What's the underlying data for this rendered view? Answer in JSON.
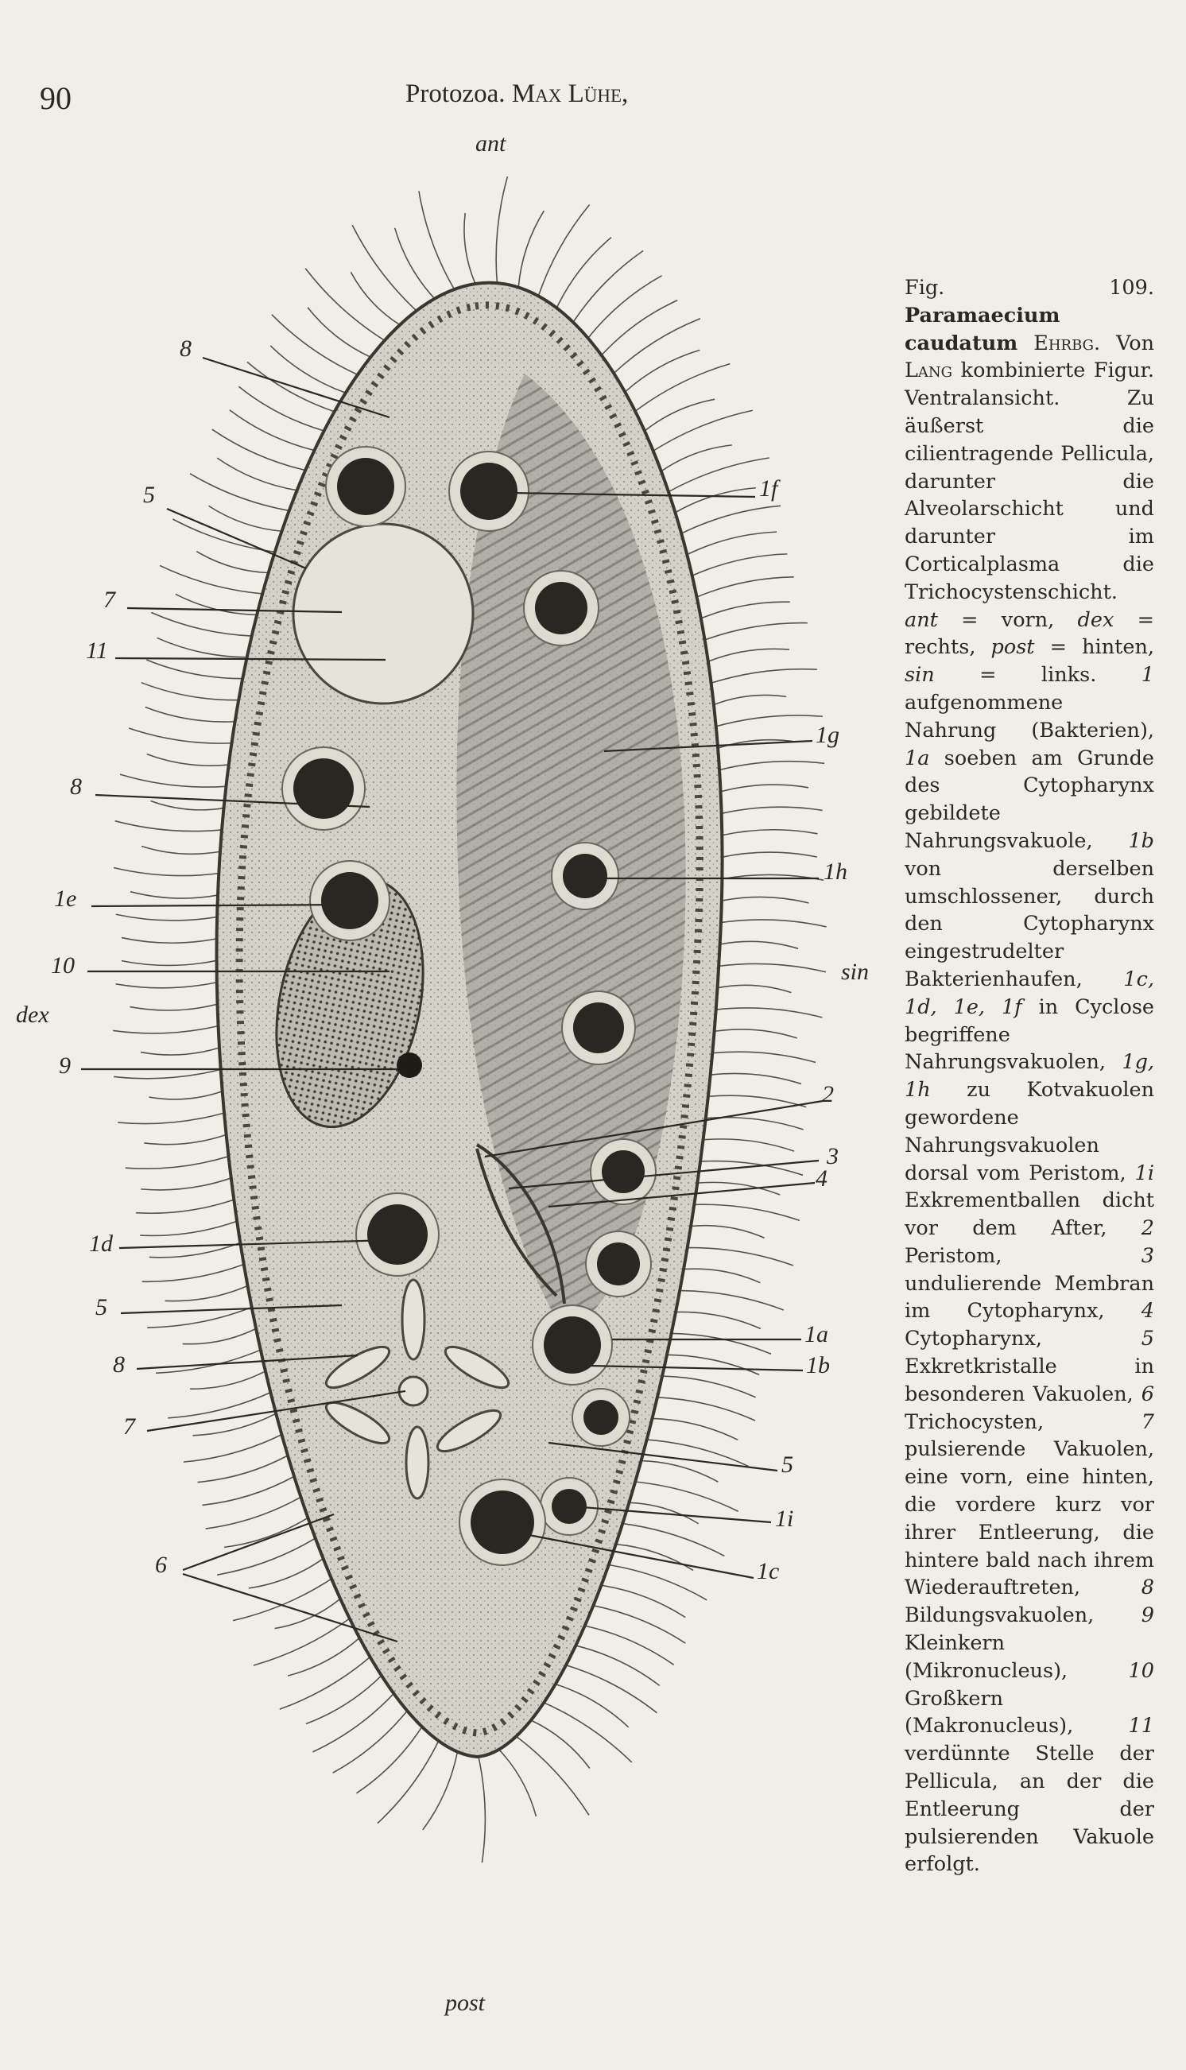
{
  "header": {
    "page_number": "90",
    "running_head_title": "Protozoa.",
    "running_head_author": "Max Lühe,"
  },
  "figure": {
    "orientation_labels": {
      "ant": "ant",
      "post": "post",
      "dex": "dex",
      "sin": "sin"
    },
    "left_labels": [
      "8",
      "5",
      "7",
      "11",
      "8",
      "1e",
      "10",
      "9",
      "1d",
      "5",
      "8",
      "7",
      "6"
    ],
    "right_labels": [
      "1f",
      "1g",
      "1h",
      "2",
      "3",
      "4",
      "1a",
      "1b",
      "5",
      "1i",
      "1c"
    ],
    "colors": {
      "paper": "#efeee7",
      "ink": "#2b2722",
      "body": "#cfcdc3",
      "dorsal": "#8f8e88"
    }
  },
  "caption": {
    "runs": [
      "Fig. 109. ",
      "Paramaecium caudatum",
      " Ehrbg.",
      " Von ",
      "Lang",
      " kombinierte Figur. Ventralansicht. Zu äußerst die cilientragende Pellicula, darunter die Alveolarschicht und darunter im Corticalplasma die Trichocystenschicht. ",
      "ant",
      " = vorn, ",
      "dex",
      " = rechts, ",
      "post",
      " = hinten, ",
      "sin",
      " = links. ",
      "1",
      " aufgenommene Nahrung (Bakterien), ",
      "1a",
      " soeben am Grunde des Cytopharynx gebildete Nahrungsvakuole, ",
      "1b",
      " von derselben umschlossener, durch den Cytopharynx eingestrudelter Bakterienhaufen, ",
      "1c, 1d, 1e, 1f",
      " in Cyclose begriffene Nahrungsvakuolen, ",
      "1g, 1h",
      " zu Kotvakuolen gewordene Nahrungsvakuolen dorsal vom Peristom, ",
      "1i",
      " Exkrementballen dicht vor dem After, ",
      "2",
      " Peristom, ",
      "3",
      " undulierende Membran im Cytopharynx, ",
      "4",
      " Cytopharynx, ",
      "5",
      " Exkretkristalle in besonderen Vakuolen, ",
      "6",
      " Trichocysten, ",
      "7",
      " pulsierende Vakuolen, eine vorn, eine hinten, die vordere kurz vor ihrer Entleerung, die hintere bald nach ihrem Wiederauftreten, ",
      "8",
      " Bildungsvakuolen, ",
      "9",
      " Kleinkern (Mikronucleus), ",
      "10",
      " Großkern (Makronucleus), ",
      "11",
      " verdünnte Stelle der Pellicula, an der die Entleerung der pulsierenden Vakuole erfolgt."
    ]
  }
}
